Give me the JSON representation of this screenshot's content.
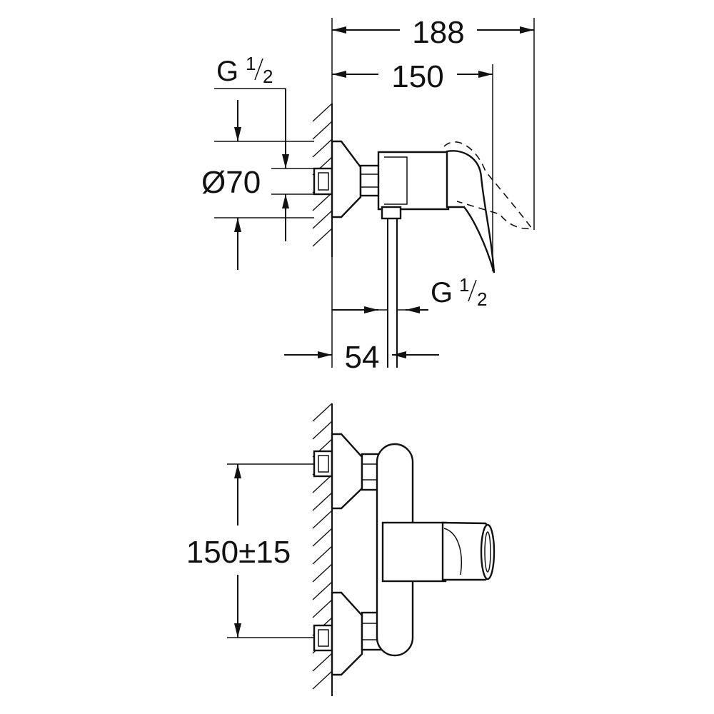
{
  "top_view": {
    "dim_total_length": "188",
    "dim_body_length": "150",
    "dim_inlet_offset": "54",
    "dim_flange_diameter": "Ø70",
    "thread_inlet": {
      "base": "G",
      "num": "1",
      "den": "2"
    },
    "thread_outlet": {
      "base": "G",
      "num": "1",
      "den": "2"
    }
  },
  "front_view": {
    "dim_inlet_spacing": "150±15"
  }
}
